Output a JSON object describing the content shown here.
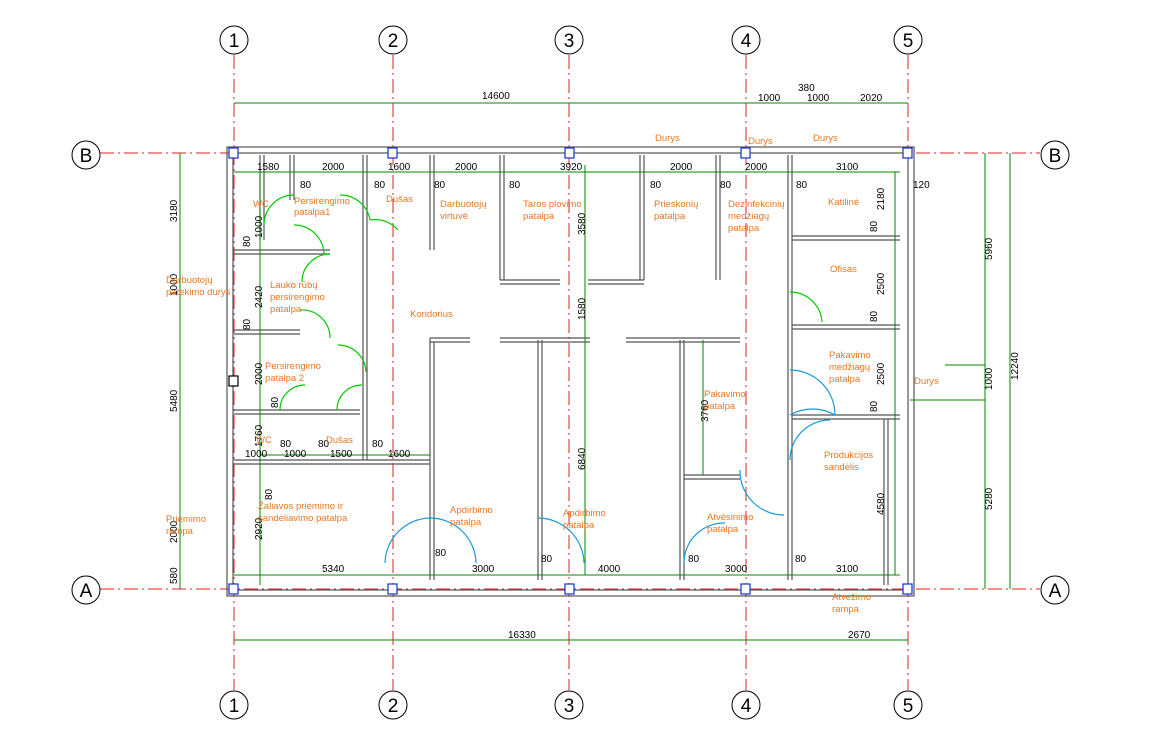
{
  "axes": {
    "columns": [
      "1",
      "2",
      "3",
      "4",
      "5"
    ],
    "rows": [
      "B",
      "A"
    ]
  },
  "dimensions": {
    "top_total": "14600",
    "top_seg1": "1000",
    "top_seg2": "380",
    "top_seg3": "1000",
    "top_seg4": "2020",
    "bottom_total": "16330",
    "bottom_seg": "2670",
    "right_total": "12240",
    "right_seg1": "5960",
    "right_seg2": "1000",
    "right_seg3": "5280",
    "left_seg1": "3180",
    "left_seg2": "1000",
    "left_seg3": "5480",
    "left_seg4": "2000",
    "left_seg5": "580",
    "inner": [
      "1580",
      "2000",
      "1600",
      "2000",
      "3920",
      "2000",
      "2000",
      "3100",
      "80",
      "80",
      "80",
      "80",
      "80",
      "80",
      "80",
      "120",
      "1000",
      "80",
      "2420",
      "80",
      "2000",
      "80",
      "1760",
      "80",
      "80",
      "80",
      "1000",
      "1000",
      "1500",
      "1600",
      "80",
      "2920",
      "3580",
      "1580",
      "6840",
      "2180",
      "80",
      "2500",
      "80",
      "2500",
      "80",
      "4580",
      "3760",
      "5340",
      "3000",
      "4000",
      "3000",
      "3100",
      "80",
      "80",
      "80",
      "80"
    ]
  },
  "rooms": {
    "wc1": "WC",
    "persirengimo1_a": "Persirengimo",
    "persirengimo1_b": "patalpa1",
    "dusas1": "Dušas",
    "darbuotoju_virtuve_a": "Darbuotojų",
    "darbuotoju_virtuve_b": "virtuvė",
    "taros_a": "Taros plovimo",
    "taros_b": "patalpa",
    "prieskoniu_a": "Prieskonių",
    "prieskoniu_b": "patalpa",
    "dezinfekciniu_a": "Dezinfekcinių",
    "dezinfekciniu_b": "medžiagų",
    "dezinfekciniu_c": "patalpa",
    "katiline": "Katilinė",
    "durys_darbuotoju_a": "Darbuotojų",
    "durys_darbuotoju_b": "patekimo durys",
    "lauko_a": "Lauko rūbų",
    "lauko_b": "persirengimo",
    "lauko_c": "patalpa",
    "koridorius": "Koridorius",
    "ofisas": "Ofisas",
    "persirengimo2_a": "Persirengimo",
    "persirengimo2_b": "patalpa 2",
    "pakavimo_medz_a": "Pakavimo",
    "pakavimo_medz_b": "medžiagų",
    "pakavimo_medz_c": "patalpa",
    "durys_right": "Durys",
    "pakavimo_a": "Pakavimo",
    "pakavimo_b": "patalpa",
    "wc2": "WC",
    "dusas2": "Dušas",
    "produkcijos_a": "Produkcijos",
    "produkcijos_b": "sandėlis",
    "zaliavos_a": "Žaliavos priėmimo ir",
    "zaliavos_b": "sandėliavimo patalpa",
    "apdirbimo1_a": "Apdirbimo",
    "apdirbimo1_b": "patalpa",
    "apdirbimo2_a": "Apdirbimo",
    "apdirbimo2_b": "patalpa",
    "atvesinimo_a": "Atvėsinimo",
    "atvesinimo_b": "patalpa",
    "priemimo_a": "Priėmimo",
    "priemimo_b": "rampa",
    "atvezimo_a": "Atvežimo",
    "atvezimo_b": "rampa",
    "durys_top1": "Durys",
    "durys_top2": "Durys",
    "durys_top3": "Durys"
  },
  "colors": {
    "axis_line": "#e02020",
    "dim_line": "#008a00",
    "wall": "#555555",
    "door": "#00cc00",
    "door_blue": "#1a9ad6",
    "column": "#1030d0",
    "room_label": "#e87722"
  }
}
